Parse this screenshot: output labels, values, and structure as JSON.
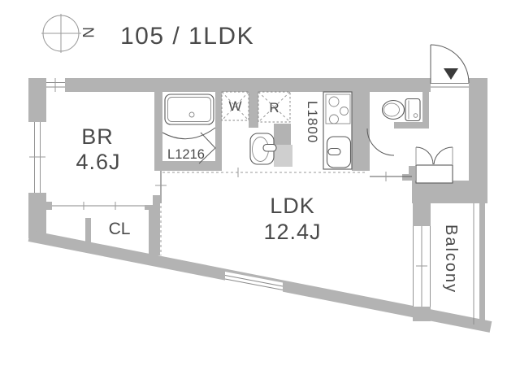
{
  "header": {
    "title": "105 / 1LDK",
    "compass_n": "N"
  },
  "rooms": {
    "bedroom": {
      "name": "BR",
      "size": "4.6J"
    },
    "closet": {
      "label": "CL"
    },
    "ldk": {
      "name": "LDK",
      "size": "12.4J"
    },
    "balcony": {
      "label": "Balcony"
    }
  },
  "fixtures": {
    "bathtub_label": "L1216",
    "kitchen_label": "L1800",
    "washer_label": "W",
    "refrigerator_label": "R"
  },
  "colors": {
    "wall": "#b3b3b3",
    "counter": "#cfcfcf",
    "outline": "#5a5a5a",
    "text": "#4a4a4a",
    "entry_marker": "#3a3a3a",
    "background": "#ffffff"
  }
}
